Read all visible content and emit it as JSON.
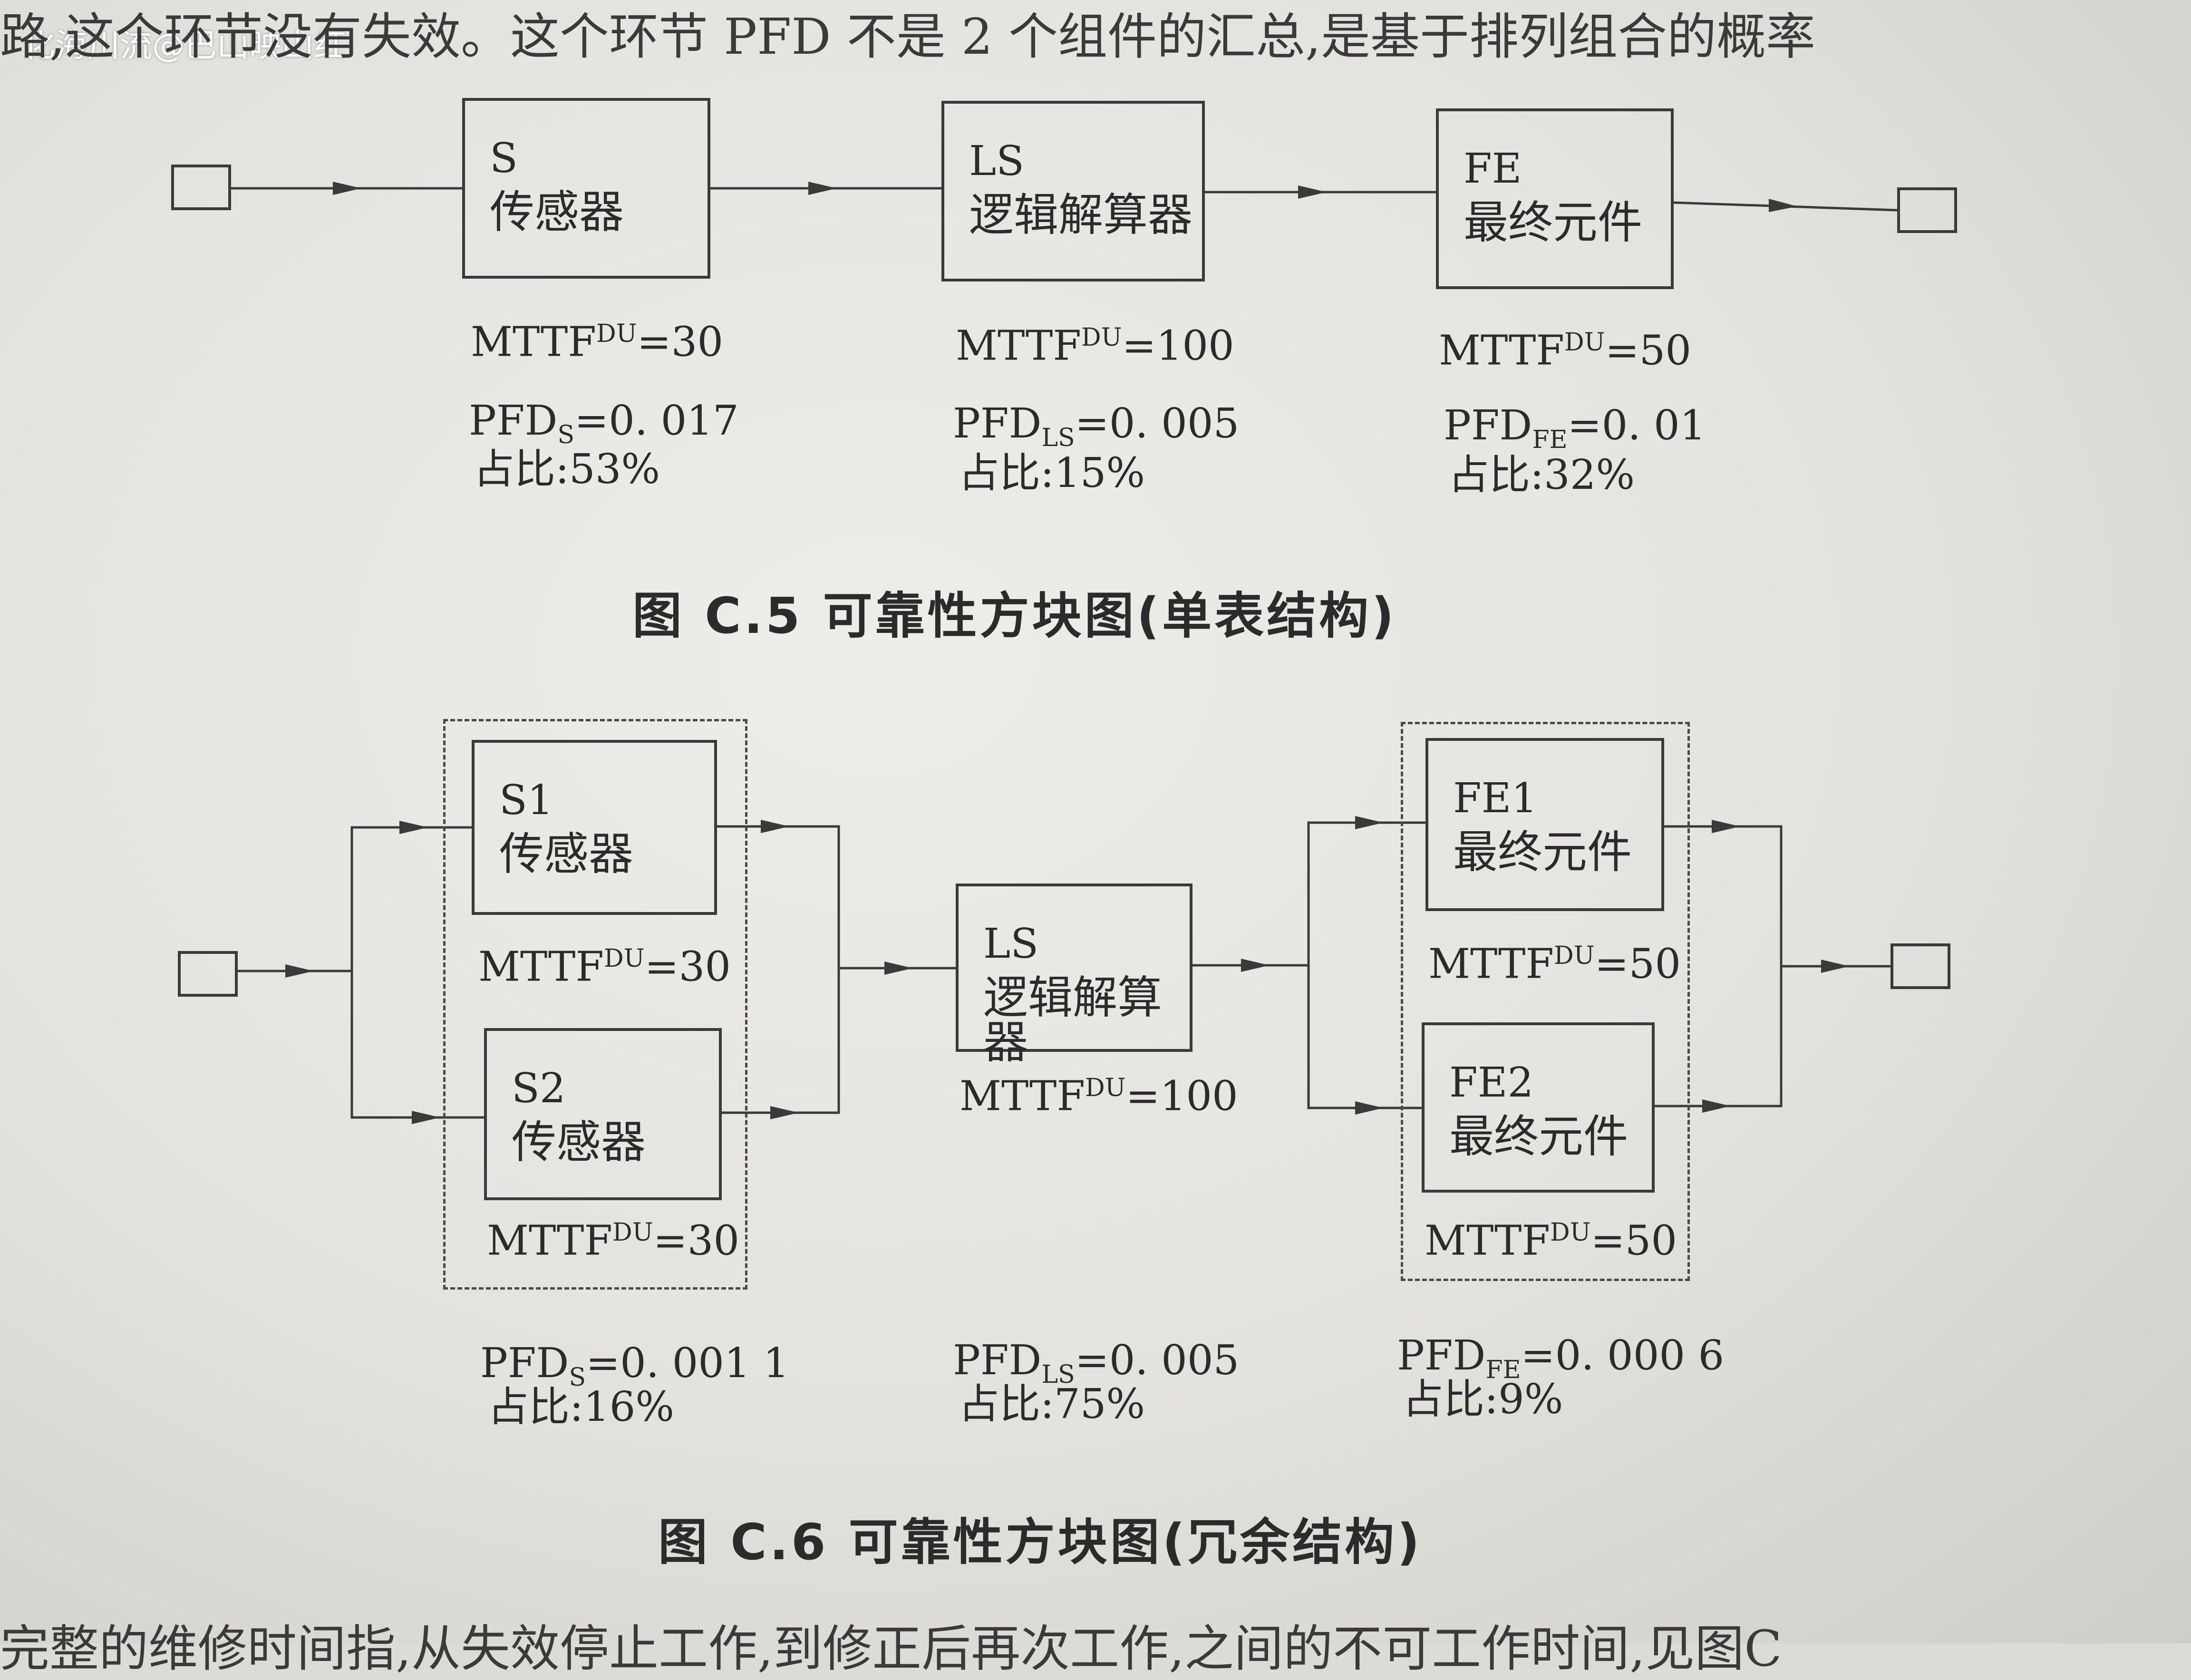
{
  "watermark": "化海川流@巴山映山红",
  "header_text": "路,这个环节没有失效。这个环节 PFD 不是 2 个组件的汇总,是基于排列组合的概率",
  "footer_text": "完整的维修时间指,从失效停止工作,到修正后再次工作,之间的不可工作时间,见图C",
  "fig5": {
    "caption": "图 C.5   可靠性方块图(单表结构)",
    "sensor": {
      "code": "S",
      "name": "传感器",
      "mttf_prefix": "MTTF",
      "mttf_sup": "DU",
      "mttf_value": "=30",
      "pfd_prefix": "PFD",
      "pfd_sub": "S",
      "pfd_value": "=0. 017",
      "share": "占比:53%"
    },
    "logic": {
      "code": "LS",
      "name": "逻辑解算器",
      "mttf_prefix": "MTTF",
      "mttf_sup": "DU",
      "mttf_value": "=100",
      "pfd_prefix": "PFD",
      "pfd_sub": "LS",
      "pfd_value": "=0. 005",
      "share": "占比:15%"
    },
    "final": {
      "code": "FE",
      "name": "最终元件",
      "mttf_prefix": "MTTF",
      "mttf_sup": "DU",
      "mttf_value": "=50",
      "pfd_prefix": "PFD",
      "pfd_sub": "FE",
      "pfd_value": "=0. 01",
      "share": "占比:32%"
    }
  },
  "fig6": {
    "caption": "图 C.6   可靠性方块图(冗余结构)",
    "s1": {
      "code": "S1",
      "name": "传感器",
      "mttf_prefix": "MTTF",
      "mttf_sup": "DU",
      "mttf_value": "=30"
    },
    "s2": {
      "code": "S2",
      "name": "传感器",
      "mttf_prefix": "MTTF",
      "mttf_sup": "DU",
      "mttf_value": "=30"
    },
    "logic": {
      "code": "LS",
      "name": "逻辑解算器",
      "mttf_prefix": "MTTF",
      "mttf_sup": "DU",
      "mttf_value": "=100"
    },
    "fe1": {
      "code": "FE1",
      "name": "最终元件",
      "mttf_prefix": "MTTF",
      "mttf_sup": "DU",
      "mttf_value": "=50"
    },
    "fe2": {
      "code": "FE2",
      "name": "最终元件",
      "mttf_prefix": "MTTF",
      "mttf_sup": "DU",
      "mttf_value": "=50"
    },
    "sensor_pfd": {
      "pfd_prefix": "PFD",
      "pfd_sub": "S",
      "pfd_value": "=0. 001 1",
      "share": "占比:16%"
    },
    "logic_pfd": {
      "pfd_prefix": "PFD",
      "pfd_sub": "LS",
      "pfd_value": "=0. 005",
      "share": "占比:75%"
    },
    "final_pfd": {
      "pfd_prefix": "PFD",
      "pfd_sub": "FE",
      "pfd_value": "=0. 000 6",
      "share": "占比:9%"
    }
  }
}
